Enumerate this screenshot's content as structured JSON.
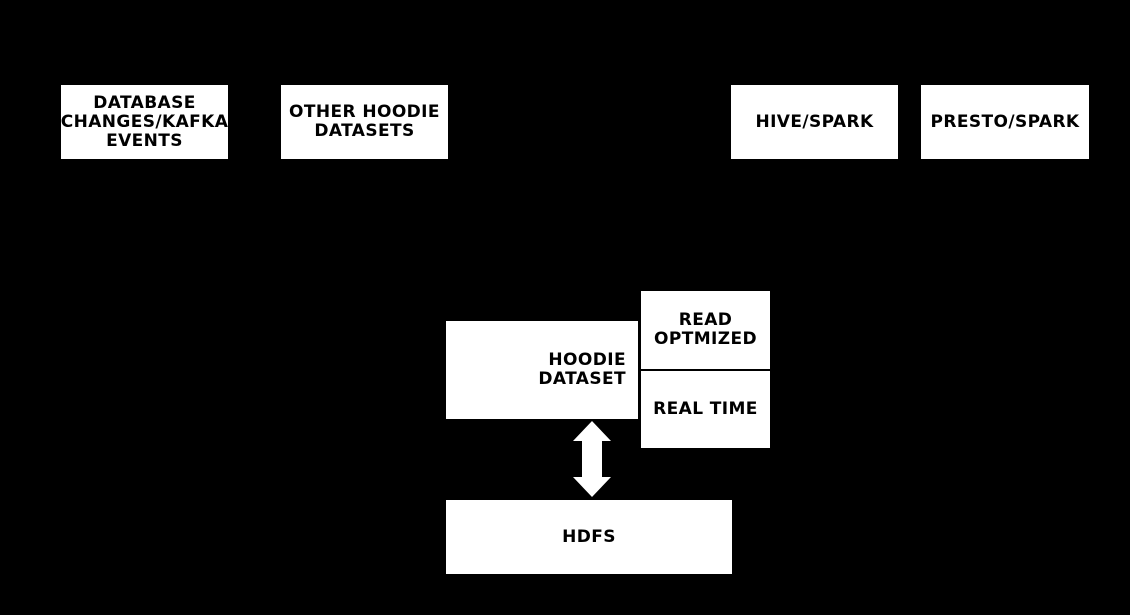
{
  "diagram": {
    "colors": {
      "background": "#000000",
      "box_fill": "#ffffff",
      "box_text": "#000000",
      "arrow": "#ffffff"
    },
    "nodes": {
      "database_changes": {
        "label": "DATABASE\nCHANGES/KAFKA\nEVENTS"
      },
      "other_hoodie_datasets": {
        "label": "OTHER HOODIE\nDATASETS"
      },
      "hive_spark": {
        "label": "HIVE/SPARK"
      },
      "presto_spark": {
        "label": "PRESTO/SPARK"
      },
      "hoodie_dataset": {
        "label": "HOODIE\nDATASET"
      },
      "read_optmized": {
        "label": "READ\nOPTMIZED"
      },
      "real_time": {
        "label": "REAL TIME"
      },
      "hdfs": {
        "label": "HDFS"
      }
    },
    "arrow": {
      "type": "bidirectional-vertical",
      "connects": [
        "HOODIE DATASET",
        "HDFS"
      ]
    }
  }
}
